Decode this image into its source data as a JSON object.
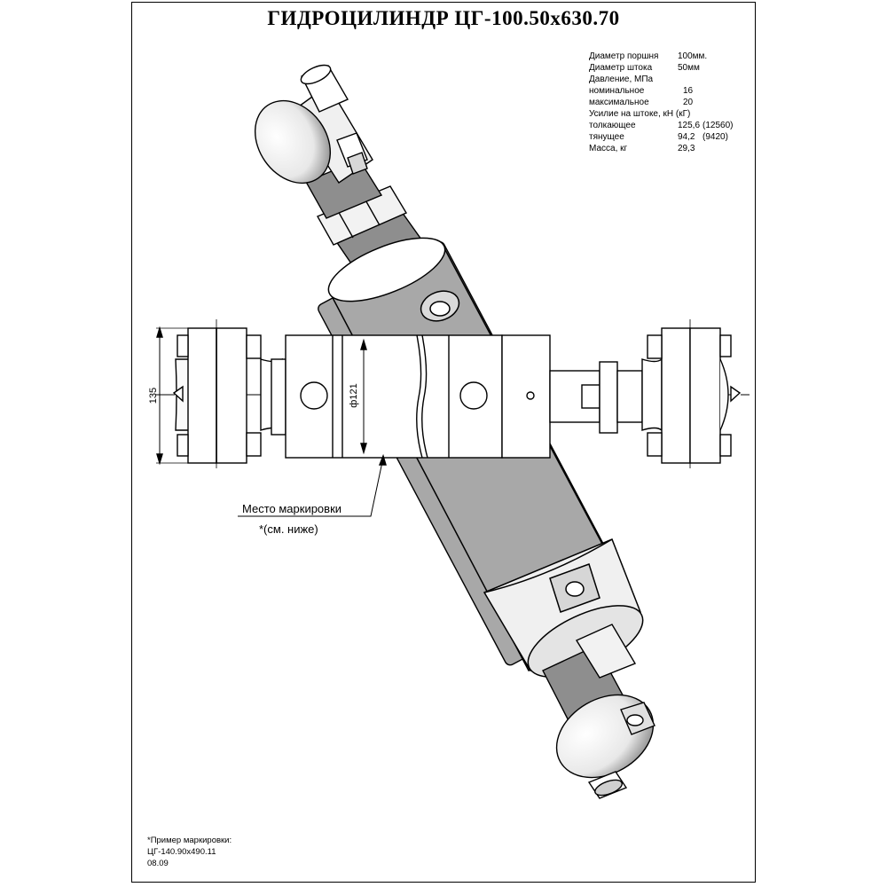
{
  "title": "ГИДРОЦИЛИНДР ЦГ-100.50х630.70",
  "specs": [
    {
      "label": "Диаметр поршня",
      "value": "100мм.",
      "value2": ""
    },
    {
      "label": "Диаметр штока",
      "value": "50мм",
      "value2": ""
    },
    {
      "label": "Давление, МПа",
      "value": "",
      "value2": ""
    },
    {
      "label": "номинальное",
      "value": "16",
      "value2": ""
    },
    {
      "label": "максимальное",
      "value": "20",
      "value2": ""
    },
    {
      "label": "Усилие на штоке, кН (кГ)",
      "value": "",
      "value2": ""
    },
    {
      "label": "толкающее",
      "value": "125,6",
      "value2": "(12560)"
    },
    {
      "label": "тянущее",
      "value": "94,2",
      "value2": "(9420)"
    },
    {
      "label": "Масса, кг",
      "value": "29,3",
      "value2": ""
    }
  ],
  "dimensions": {
    "mount_height": "135",
    "diameter": "ф121"
  },
  "marking": {
    "label": "Место маркировки",
    "note": "*(см. ниже)"
  },
  "example": {
    "heading": "*Пример маркировки:",
    "code": "ЦГ-140.90х490.11",
    "date": "08.09"
  },
  "colors": {
    "line": "#000000",
    "body_fill": "#ffffff",
    "shade": "#9a9a9a"
  }
}
